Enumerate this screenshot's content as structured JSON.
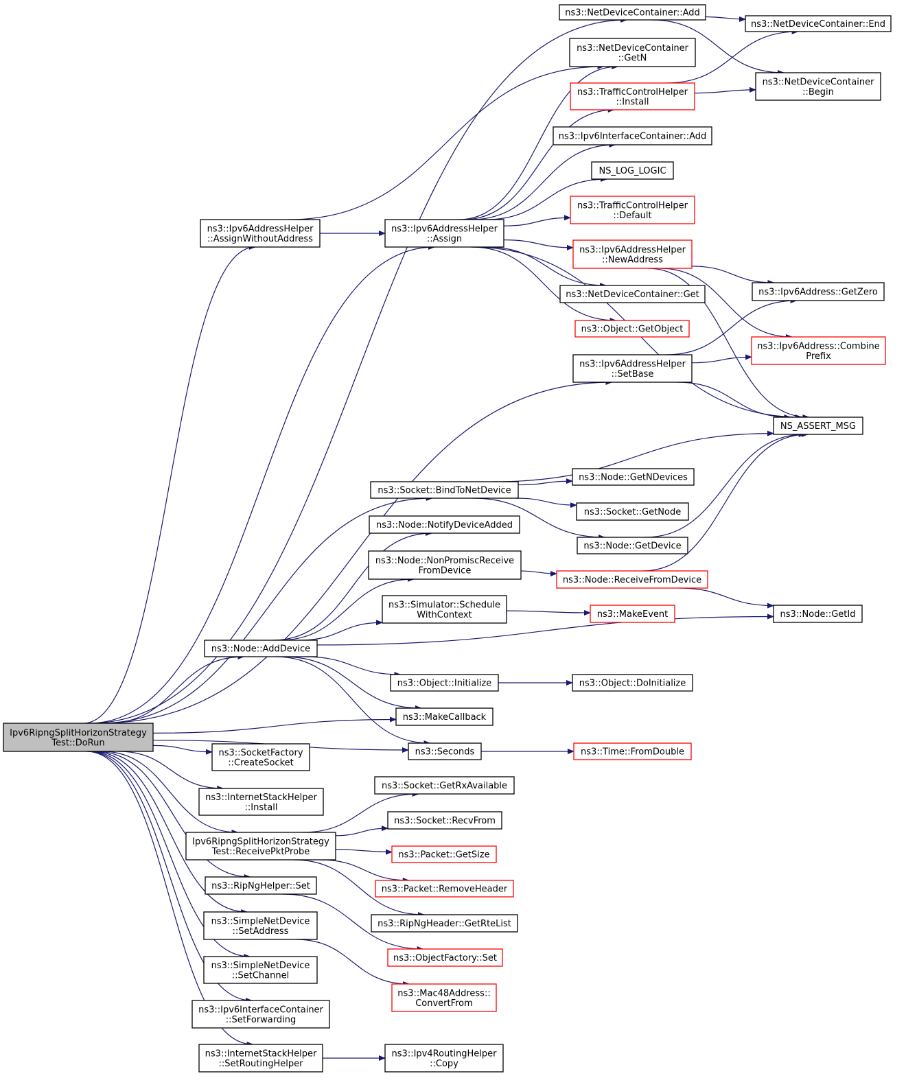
{
  "colors": {
    "edge": "#191970",
    "border_normal": "#000000",
    "border_truncated": "#ff0000",
    "root_fill": "#bfbfbf",
    "node_fill": "#ffffff"
  },
  "nodes": [
    {
      "id": "root",
      "lines": [
        "Ipv6RipngSplitHorizonStrategy",
        "Test::DoRun"
      ],
      "style": "root"
    },
    {
      "id": "ndc-add",
      "lines": [
        "ns3::NetDeviceContainer::Add"
      ],
      "style": "normal"
    },
    {
      "id": "ndc-end",
      "lines": [
        "ns3::NetDeviceContainer::End"
      ],
      "style": "normal"
    },
    {
      "id": "ndc-getn",
      "lines": [
        "ns3::NetDeviceContainer",
        "::GetN"
      ],
      "style": "normal"
    },
    {
      "id": "ndc-begin",
      "lines": [
        "ns3::NetDeviceContainer",
        "::Begin"
      ],
      "style": "normal"
    },
    {
      "id": "tch-install",
      "lines": [
        "ns3::TrafficControlHelper",
        "::Install"
      ],
      "style": "truncated"
    },
    {
      "id": "ipv6ic-add",
      "lines": [
        "ns3::Ipv6InterfaceContainer::Add"
      ],
      "style": "normal"
    },
    {
      "id": "ns-log-logic",
      "lines": [
        "NS_LOG_LOGIC"
      ],
      "style": "normal"
    },
    {
      "id": "tch-default",
      "lines": [
        "ns3::TrafficControlHelper",
        "::Default"
      ],
      "style": "truncated"
    },
    {
      "id": "ah-assign-wo",
      "lines": [
        "ns3::Ipv6AddressHelper",
        "::AssignWithoutAddress"
      ],
      "style": "normal"
    },
    {
      "id": "ah-assign",
      "lines": [
        "ns3::Ipv6AddressHelper",
        "::Assign"
      ],
      "style": "normal"
    },
    {
      "id": "ah-newaddress",
      "lines": [
        "ns3::Ipv6AddressHelper",
        "::NewAddress"
      ],
      "style": "truncated"
    },
    {
      "id": "addr-getzero",
      "lines": [
        "ns3::Ipv6Address::GetZero"
      ],
      "style": "normal"
    },
    {
      "id": "ndc-get",
      "lines": [
        "ns3::NetDeviceContainer::Get"
      ],
      "style": "normal"
    },
    {
      "id": "obj-getobject",
      "lines": [
        "ns3::Object::GetObject"
      ],
      "style": "truncated"
    },
    {
      "id": "addr-combine",
      "lines": [
        "ns3::Ipv6Address::Combine",
        "Prefix"
      ],
      "style": "truncated"
    },
    {
      "id": "ah-setbase",
      "lines": [
        "ns3::Ipv6AddressHelper",
        "::SetBase"
      ],
      "style": "normal"
    },
    {
      "id": "ns-assert-msg",
      "lines": [
        "NS_ASSERT_MSG"
      ],
      "style": "normal"
    },
    {
      "id": "sock-bind",
      "lines": [
        "ns3::Socket::BindToNetDevice"
      ],
      "style": "normal"
    },
    {
      "id": "node-getndevices",
      "lines": [
        "ns3::Node::GetNDevices"
      ],
      "style": "normal"
    },
    {
      "id": "sock-getnode",
      "lines": [
        "ns3::Socket::GetNode"
      ],
      "style": "normal"
    },
    {
      "id": "node-notify",
      "lines": [
        "ns3::Node::NotifyDeviceAdded"
      ],
      "style": "normal"
    },
    {
      "id": "node-getdevice",
      "lines": [
        "ns3::Node::GetDevice"
      ],
      "style": "normal"
    },
    {
      "id": "node-nonpromisc",
      "lines": [
        "ns3::Node::NonPromiscReceive",
        "FromDevice"
      ],
      "style": "normal"
    },
    {
      "id": "node-receive",
      "lines": [
        "ns3::Node::ReceiveFromDevice"
      ],
      "style": "truncated"
    },
    {
      "id": "sim-schedule",
      "lines": [
        "ns3::Simulator::Schedule",
        "WithContext"
      ],
      "style": "normal"
    },
    {
      "id": "makeevent",
      "lines": [
        "ns3::MakeEvent"
      ],
      "style": "truncated"
    },
    {
      "id": "node-getid",
      "lines": [
        "ns3::Node::GetId"
      ],
      "style": "normal"
    },
    {
      "id": "node-adddevice",
      "lines": [
        "ns3::Node::AddDevice"
      ],
      "style": "normal"
    },
    {
      "id": "obj-initialize",
      "lines": [
        "ns3::Object::Initialize"
      ],
      "style": "normal"
    },
    {
      "id": "obj-doinitialize",
      "lines": [
        "ns3::Object::DoInitialize"
      ],
      "style": "normal"
    },
    {
      "id": "makecallback",
      "lines": [
        "ns3::MakeCallback"
      ],
      "style": "normal"
    },
    {
      "id": "seconds",
      "lines": [
        "ns3::Seconds"
      ],
      "style": "normal"
    },
    {
      "id": "time-fromdouble",
      "lines": [
        "ns3::Time::FromDouble"
      ],
      "style": "truncated"
    },
    {
      "id": "sf-createsocket",
      "lines": [
        "ns3::SocketFactory",
        "::CreateSocket"
      ],
      "style": "normal"
    },
    {
      "id": "ish-install",
      "lines": [
        "ns3::InternetStackHelper",
        "::Install"
      ],
      "style": "normal"
    },
    {
      "id": "sock-getrxavail",
      "lines": [
        "ns3::Socket::GetRxAvailable"
      ],
      "style": "normal"
    },
    {
      "id": "sock-recvfrom",
      "lines": [
        "ns3::Socket::RecvFrom"
      ],
      "style": "normal"
    },
    {
      "id": "receivepktprobe",
      "lines": [
        "Ipv6RipngSplitHorizonStrategy",
        "Test::ReceivePktProbe"
      ],
      "style": "normal"
    },
    {
      "id": "pkt-getsize",
      "lines": [
        "ns3::Packet::GetSize"
      ],
      "style": "truncated"
    },
    {
      "id": "pkt-removeheader",
      "lines": [
        "ns3::Packet::RemoveHeader"
      ],
      "style": "truncated"
    },
    {
      "id": "ripng-set",
      "lines": [
        "ns3::RipNgHelper::Set"
      ],
      "style": "normal"
    },
    {
      "id": "ripngheader-rte",
      "lines": [
        "ns3::RipNgHeader::GetRteList"
      ],
      "style": "normal"
    },
    {
      "id": "snd-setaddress",
      "lines": [
        "ns3::SimpleNetDevice",
        "::SetAddress"
      ],
      "style": "normal"
    },
    {
      "id": "objfactory-set",
      "lines": [
        "ns3::ObjectFactory::Set"
      ],
      "style": "truncated"
    },
    {
      "id": "snd-setchannel",
      "lines": [
        "ns3::SimpleNetDevice",
        "::SetChannel"
      ],
      "style": "normal"
    },
    {
      "id": "mac48-convert",
      "lines": [
        "ns3::Mac48Address::",
        "ConvertFrom"
      ],
      "style": "truncated"
    },
    {
      "id": "ipv6ic-setfwd",
      "lines": [
        "ns3::Ipv6InterfaceContainer",
        "::SetForwarding"
      ],
      "style": "normal"
    },
    {
      "id": "ish-setrouting",
      "lines": [
        "ns3::InternetStackHelper",
        "::SetRoutingHelper"
      ],
      "style": "normal"
    },
    {
      "id": "ipv4rh-copy",
      "lines": [
        "ns3::Ipv4RoutingHelper",
        "::Copy"
      ],
      "style": "normal"
    }
  ],
  "edges": [
    [
      "root",
      "ndc-add"
    ],
    [
      "root",
      "ah-assign-wo"
    ],
    [
      "root",
      "ah-assign"
    ],
    [
      "root",
      "ah-setbase"
    ],
    [
      "root",
      "sock-bind"
    ],
    [
      "root",
      "node-adddevice"
    ],
    [
      "root",
      "makecallback"
    ],
    [
      "root",
      "seconds"
    ],
    [
      "root",
      "sf-createsocket"
    ],
    [
      "root",
      "ish-install"
    ],
    [
      "root",
      "receivepktprobe"
    ],
    [
      "root",
      "ripng-set"
    ],
    [
      "root",
      "snd-setaddress"
    ],
    [
      "root",
      "snd-setchannel"
    ],
    [
      "root",
      "ipv6ic-setfwd"
    ],
    [
      "root",
      "ish-setrouting"
    ],
    [
      "ndc-add",
      "ndc-end"
    ],
    [
      "ndc-add",
      "ndc-begin"
    ],
    [
      "tch-install",
      "ndc-end"
    ],
    [
      "tch-install",
      "ndc-begin"
    ],
    [
      "ah-assign-wo",
      "ndc-getn"
    ],
    [
      "ah-assign-wo",
      "ah-assign"
    ],
    [
      "ah-assign",
      "ndc-getn"
    ],
    [
      "ah-assign",
      "tch-install"
    ],
    [
      "ah-assign",
      "ipv6ic-add"
    ],
    [
      "ah-assign",
      "ns-log-logic"
    ],
    [
      "ah-assign",
      "tch-default"
    ],
    [
      "ah-assign",
      "ah-newaddress"
    ],
    [
      "ah-assign",
      "ndc-get"
    ],
    [
      "ah-assign",
      "obj-getobject"
    ],
    [
      "ah-assign",
      "ns-assert-msg"
    ],
    [
      "ah-newaddress",
      "addr-getzero"
    ],
    [
      "ah-newaddress",
      "addr-combine"
    ],
    [
      "ah-newaddress",
      "ns-assert-msg"
    ],
    [
      "ah-setbase",
      "addr-getzero"
    ],
    [
      "ah-setbase",
      "addr-combine"
    ],
    [
      "ah-setbase",
      "ns-assert-msg"
    ],
    [
      "sock-bind",
      "ns-assert-msg"
    ],
    [
      "sock-bind",
      "node-getndevices"
    ],
    [
      "sock-bind",
      "sock-getnode"
    ],
    [
      "sock-bind",
      "node-getdevice"
    ],
    [
      "node-getdevice",
      "ns-assert-msg"
    ],
    [
      "node-receive",
      "ns-assert-msg"
    ],
    [
      "node-receive",
      "node-getid"
    ],
    [
      "node-nonpromisc",
      "node-receive"
    ],
    [
      "sim-schedule",
      "makeevent"
    ],
    [
      "node-adddevice",
      "node-notify"
    ],
    [
      "node-adddevice",
      "node-nonpromisc"
    ],
    [
      "node-adddevice",
      "sim-schedule"
    ],
    [
      "node-adddevice",
      "node-getid"
    ],
    [
      "node-adddevice",
      "obj-initialize"
    ],
    [
      "node-adddevice",
      "makecallback"
    ],
    [
      "node-adddevice",
      "seconds"
    ],
    [
      "obj-initialize",
      "obj-doinitialize"
    ],
    [
      "seconds",
      "time-fromdouble"
    ],
    [
      "receivepktprobe",
      "sock-getrxavail"
    ],
    [
      "receivepktprobe",
      "sock-recvfrom"
    ],
    [
      "receivepktprobe",
      "pkt-getsize"
    ],
    [
      "receivepktprobe",
      "pkt-removeheader"
    ],
    [
      "receivepktprobe",
      "ripngheader-rte"
    ],
    [
      "ripng-set",
      "objfactory-set"
    ],
    [
      "snd-setaddress",
      "mac48-convert"
    ],
    [
      "ish-setrouting",
      "ipv4rh-copy"
    ]
  ]
}
